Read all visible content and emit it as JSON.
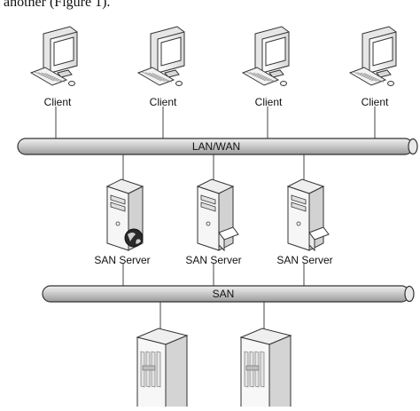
{
  "caption": "another (Figure 1).",
  "clients": [
    {
      "label": "Client"
    },
    {
      "label": "Client"
    },
    {
      "label": "Client"
    },
    {
      "label": "Client"
    }
  ],
  "lan_bus": {
    "label": "LAN/WAN"
  },
  "servers": [
    {
      "label": "SAN Server",
      "badge": "globe"
    },
    {
      "label": "SAN Server",
      "badge": "document"
    },
    {
      "label": "SAN Server",
      "badge": "document"
    }
  ],
  "san_bus": {
    "label": "SAN"
  },
  "storage": [
    {
      "name": "storage-cabinet"
    },
    {
      "name": "storage-cabinet"
    }
  ],
  "colors": {
    "line": "#333333",
    "bus_fill": "#d4d4d4",
    "device_fill": "#f4f4f4",
    "screen": "#ffffff"
  }
}
